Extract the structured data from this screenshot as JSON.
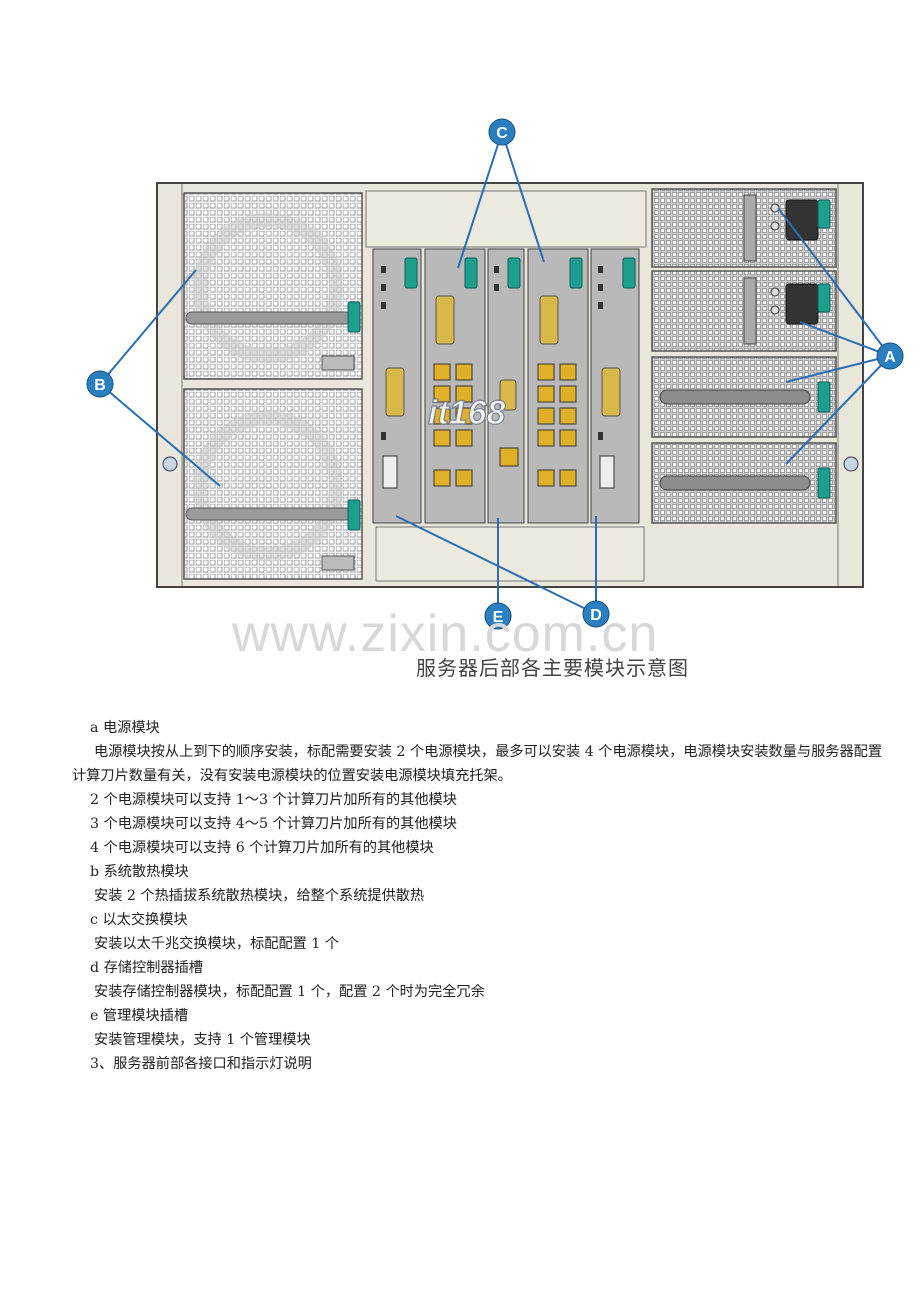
{
  "figure": {
    "caption": "服务器后部各主要模块示意图",
    "watermark": "www.zixin.com.cn",
    "logo_text": "it168",
    "callouts": [
      "A",
      "B",
      "C",
      "D",
      "E"
    ],
    "colors": {
      "callout_fill": "#2a7fc1",
      "leader_line": "#2a6db5",
      "chassis": "#e9e6dc",
      "module": "#b4b4b4",
      "latch": "#1f9e8e",
      "port": "#e0b028"
    }
  },
  "sections": [
    {
      "text": "a  电源模块",
      "style": "i1"
    },
    {
      "text": "电源模块按从上到下的顺序安装，标配需要安装 2  个电源模块，最多可以安装 4  个电源模块，电源模块安装数量与服务器配置计算刀片数量有关，没有安装电源模块的位置安装电源模块填充托架。",
      "style": "para"
    },
    {
      "text": "2  个电源模块可以支持 1～3  个计算刀片加所有的其他模块",
      "style": "i1"
    },
    {
      "text": "3  个电源模块可以支持 4～5  个计算刀片加所有的其他模块",
      "style": "i1"
    },
    {
      "text": "4  个电源模块可以支持 6  个计算刀片加所有的其他模块",
      "style": "i1"
    },
    {
      "text": "b  系统散热模块",
      "style": "i1"
    },
    {
      "text": "安装 2  个热插拔系统散热模块，给整个系统提供散热",
      "style": "i2"
    },
    {
      "text": "c  以太交换模块",
      "style": "i1"
    },
    {
      "text": "安装以太千兆交换模块，标配配置 1  个",
      "style": "i2"
    },
    {
      "text": "d  存储控制器插槽",
      "style": "i1"
    },
    {
      "text": "安装存储控制器模块，标配配置 1  个，配置 2  个时为完全冗余",
      "style": "i2"
    },
    {
      "text": "e  管理模块插槽",
      "style": "i1"
    },
    {
      "text": "安装管理模块，支持 1  个管理模块",
      "style": "i2"
    },
    {
      "text": "3、服务器前部各接口和指示灯说明",
      "style": "i1"
    }
  ]
}
